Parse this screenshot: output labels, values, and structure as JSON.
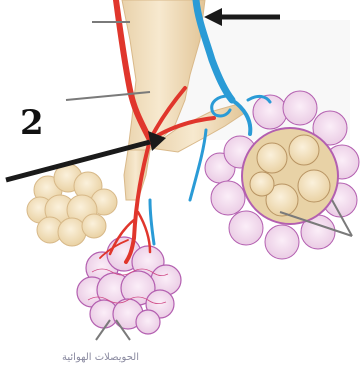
{
  "figure": {
    "labels": [
      {
        "id": "label-2",
        "text": "2"
      }
    ],
    "bottom_caption": "الحويصلات الهوائية",
    "colors": {
      "bronchiole": "#f2dfbf",
      "bronchiole_shade": "#e3c79c",
      "artery": "#e0362c",
      "vein": "#2a9bd6",
      "alveoli_outline": "#b35fb0",
      "alveoli_fill": "#f6e6f2",
      "alveoli_sac_plain": "#f4e4c4",
      "pointer": "#1a1a1a",
      "leader": "#7a7a7a"
    },
    "structures": [
      {
        "name": "bronchiole"
      },
      {
        "name": "pulmonary-artery-branch"
      },
      {
        "name": "pulmonary-vein-branch"
      },
      {
        "name": "alveolar-sac-left"
      },
      {
        "name": "alveolar-sac-bottom"
      },
      {
        "name": "alveolar-sac-right-cutaway"
      }
    ]
  }
}
